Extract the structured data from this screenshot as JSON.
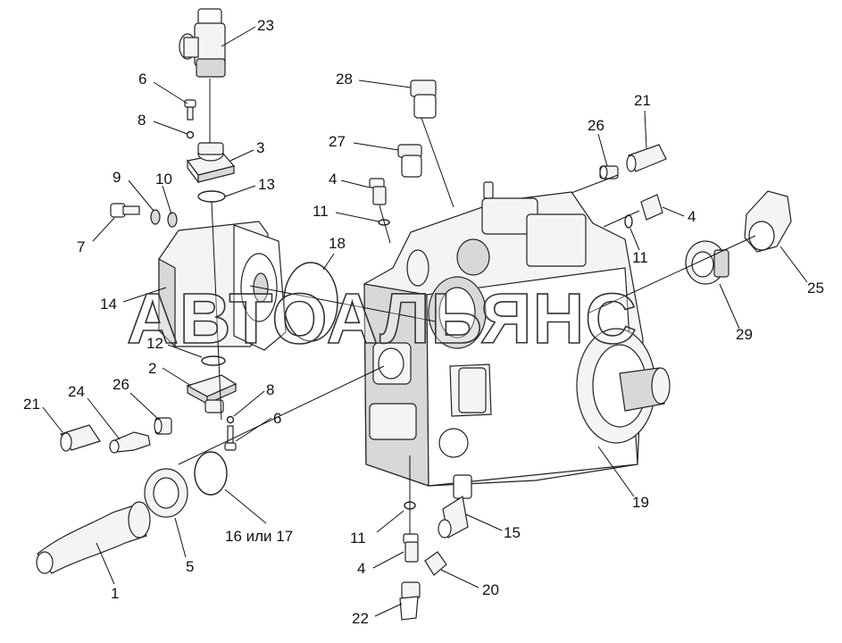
{
  "watermark": "АВТОАЛЬЯНС",
  "callouts": [
    {
      "id": "c23",
      "text": "23"
    },
    {
      "id": "c6a",
      "text": "6"
    },
    {
      "id": "c8a",
      "text": "8"
    },
    {
      "id": "c3",
      "text": "3"
    },
    {
      "id": "c9",
      "text": "9"
    },
    {
      "id": "c10",
      "text": "10"
    },
    {
      "id": "c13",
      "text": "13"
    },
    {
      "id": "c7",
      "text": "7"
    },
    {
      "id": "c14",
      "text": "14"
    },
    {
      "id": "c18",
      "text": "18"
    },
    {
      "id": "c12",
      "text": "12"
    },
    {
      "id": "c2",
      "text": "2"
    },
    {
      "id": "c8b",
      "text": "8"
    },
    {
      "id": "c6b",
      "text": "6"
    },
    {
      "id": "c21a",
      "text": "21"
    },
    {
      "id": "c24",
      "text": "24"
    },
    {
      "id": "c26a",
      "text": "26"
    },
    {
      "id": "c5",
      "text": "5"
    },
    {
      "id": "c1",
      "text": "1"
    },
    {
      "id": "c16",
      "text": "16 или 17"
    },
    {
      "id": "c28",
      "text": "28"
    },
    {
      "id": "c27",
      "text": "27"
    },
    {
      "id": "c4a",
      "text": "4"
    },
    {
      "id": "c11a",
      "text": "11"
    },
    {
      "id": "c26b",
      "text": "26"
    },
    {
      "id": "c21b",
      "text": "21"
    },
    {
      "id": "c4b",
      "text": "4"
    },
    {
      "id": "c11b",
      "text": "11"
    },
    {
      "id": "c25",
      "text": "25"
    },
    {
      "id": "c29",
      "text": "29"
    },
    {
      "id": "c19",
      "text": "19"
    },
    {
      "id": "c11c",
      "text": "11"
    },
    {
      "id": "c15",
      "text": "15"
    },
    {
      "id": "c4c",
      "text": "4"
    },
    {
      "id": "c20",
      "text": "20"
    },
    {
      "id": "c22",
      "text": "22"
    }
  ]
}
